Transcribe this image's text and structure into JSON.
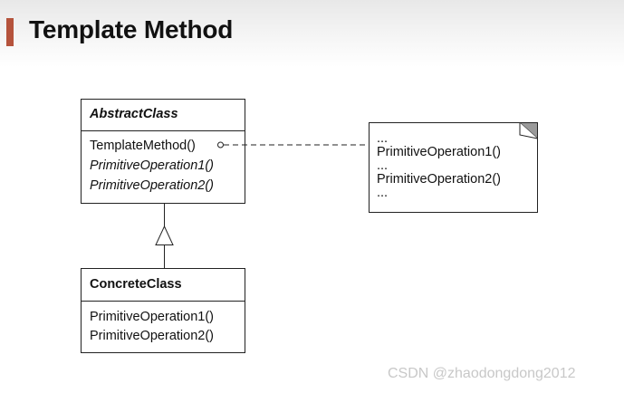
{
  "slide": {
    "title": "Template Method",
    "accent_color": "#b5533c"
  },
  "abstract_class": {
    "name": "AbstractClass",
    "operations": [
      "TemplateMethod()",
      "PrimitiveOperation1()",
      "PrimitiveOperation2()"
    ]
  },
  "concrete_class": {
    "name": "ConcreteClass",
    "operations": [
      "PrimitiveOperation1()",
      "PrimitiveOperation2()"
    ]
  },
  "note": {
    "lines": [
      "...",
      "PrimitiveOperation1()",
      "...",
      "PrimitiveOperation2()",
      "..."
    ]
  },
  "relations": {
    "inheritance": "ConcreteClass inherits AbstractClass",
    "note_link": "TemplateMethod() attached to note"
  },
  "watermark": "CSDN @zhaodongdong2012"
}
